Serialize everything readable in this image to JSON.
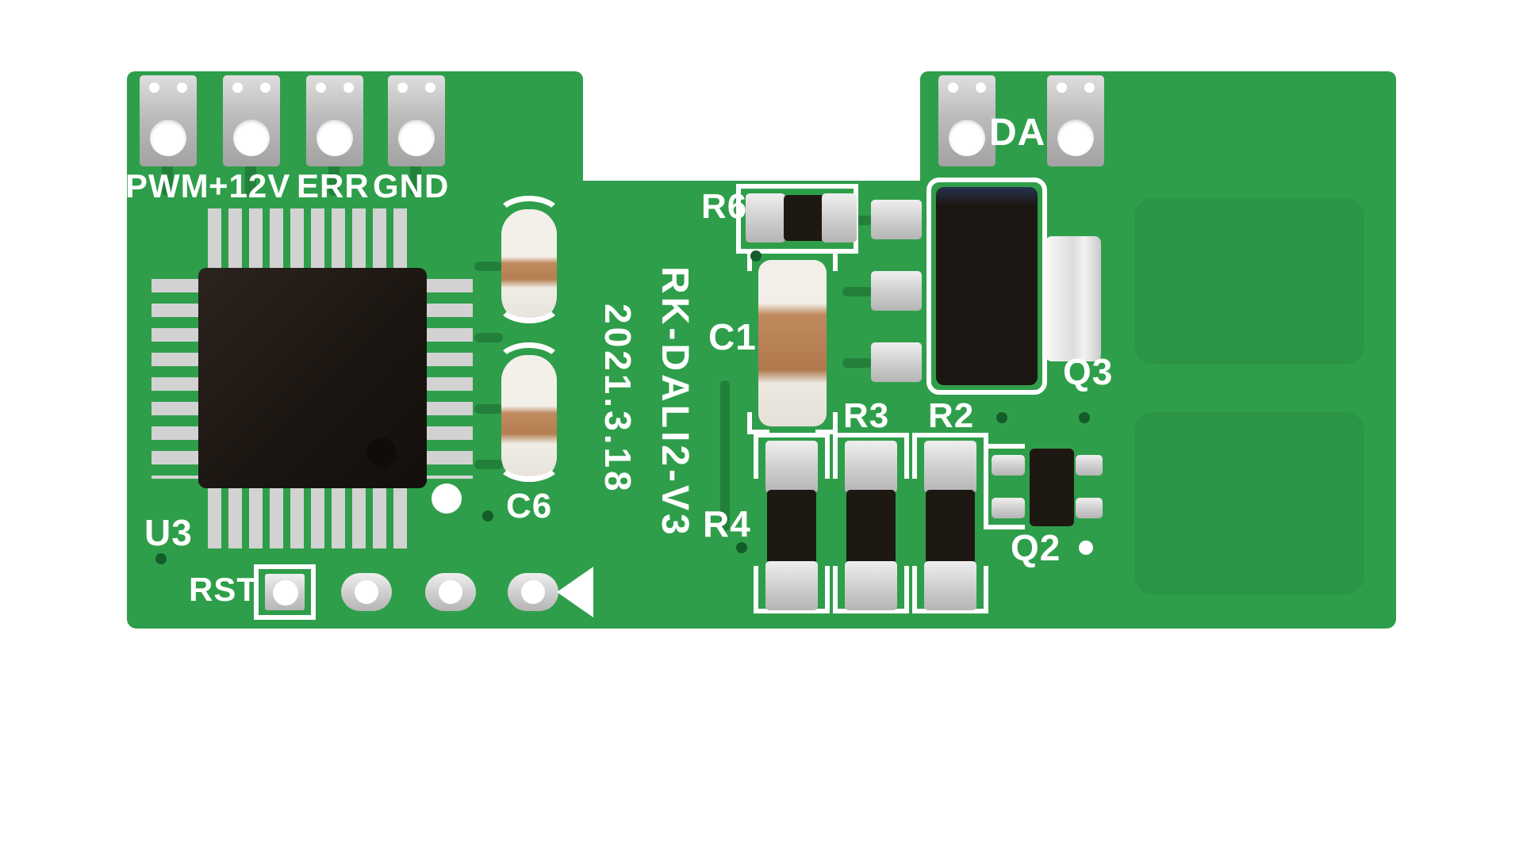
{
  "board": {
    "silkscreen": {
      "model": "RK-DALI2-V3",
      "date": "2021.3.18"
    },
    "connectors_left": [
      {
        "label": "PWM"
      },
      {
        "label": "+12V"
      },
      {
        "label": "ERR"
      },
      {
        "label": "GND"
      }
    ],
    "connector_right": {
      "label": "DA"
    },
    "components": {
      "u3": "U3",
      "c6": "C6",
      "c1": "C1",
      "r6": "R6",
      "r3": "R3",
      "r2": "R2",
      "r4": "R4",
      "q2": "Q2",
      "q3": "Q3",
      "rst": "RST"
    },
    "icons": {
      "polarity_arrow": "left-pointing-triangle"
    },
    "colors": {
      "background": "#ffffff",
      "pcb_green": "#2f9e4a",
      "trace_green": "#1c6f34",
      "silkscreen": "#ffffff",
      "ic_body": "#1d1713",
      "pad_metal": "#c9c9c9",
      "capacitor_band": "#bf8a5e"
    }
  }
}
